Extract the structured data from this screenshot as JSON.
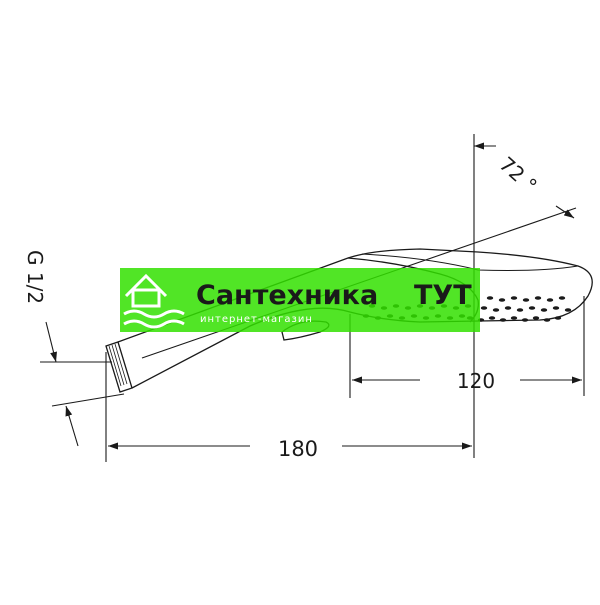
{
  "drawing": {
    "thread_label": "G 1/2",
    "angle_label": "72 °",
    "length_label": "180",
    "head_width_label": "120"
  },
  "watermark": {
    "title_main": "Сантехника",
    "title_accent": "ТУТ",
    "subtitle": "интернет-магазин",
    "colors": {
      "banner": "#32e000",
      "text": "#3cd7f0",
      "accent": "#ff6a00",
      "icon": "#ffffff"
    }
  }
}
